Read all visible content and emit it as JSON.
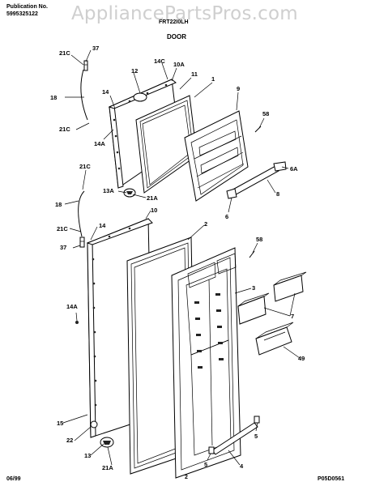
{
  "header": {
    "publication_label": "Publication No.",
    "publication_no": "5995325122",
    "model": "FRT22I0LH",
    "section": "DOOR",
    "watermark": "AppliancePartsPros.com"
  },
  "footer": {
    "date": "06/99",
    "page": "2",
    "figure_code": "P05D0561"
  },
  "callouts": {
    "c37a": "37",
    "c21Ca": "21C",
    "c12": "12",
    "c14Ca": "14C",
    "c10A": "10A",
    "c11": "11",
    "c1": "1",
    "c18a": "18",
    "c14a": "14",
    "c9": "9",
    "c21Cb": "21C",
    "c14Aa": "14A",
    "c58a": "58",
    "c21Cc": "21C",
    "c6A": "6A",
    "c13A": "13A",
    "c21Aa": "21A",
    "c8": "8",
    "c18b": "18",
    "c10": "10",
    "c6": "6",
    "c21Cd": "21C",
    "c14b": "14",
    "c2": "2",
    "c58b": "58",
    "c37b": "37",
    "c3": "3",
    "c14Ab": "14A",
    "c7": "7",
    "c49": "49",
    "c15": "15",
    "c5a": "5",
    "c22": "22",
    "c4": "4",
    "c13": "13",
    "c21Ab": "21A",
    "c5b": "5"
  }
}
